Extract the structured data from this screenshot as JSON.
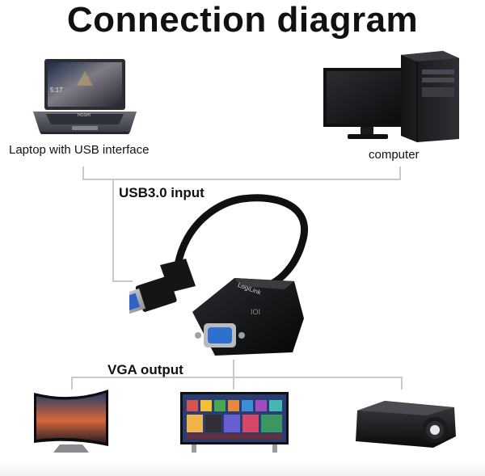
{
  "title": "Connection diagram",
  "labels": {
    "laptop": "Laptop with USB interface",
    "computer": "computer",
    "usb_input": "USB3.0 input",
    "vga_output": "VGA output"
  },
  "adapter": {
    "brand": "LogiLink",
    "port_label": "IOI"
  },
  "devices": {
    "laptop_screen_time": "5:17",
    "laptop_brand": "HOSHI"
  }
}
